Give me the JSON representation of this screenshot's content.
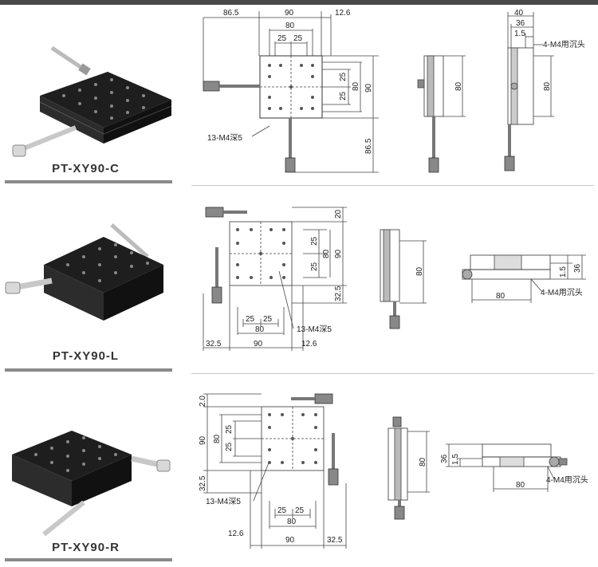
{
  "sections": [
    {
      "name": "PT-XY90-C",
      "dims": {
        "top_left": "86.5",
        "top_mid": "90",
        "top_right": "12.6",
        "top_80": "80",
        "top_25a": "25",
        "top_25b": "25",
        "right_25a": "25",
        "right_25b": "25",
        "right_80": "80",
        "right_90": "90",
        "right_865": "86.5",
        "note_holes": "13-M4深5",
        "side_80": "80",
        "end_40": "40",
        "end_36": "36",
        "end_15": "1.5",
        "end_note": "4-M4用沉头",
        "end_80": "80"
      }
    },
    {
      "name": "PT-XY90-L",
      "dims": {
        "right_20": "20",
        "right_25a": "25",
        "right_25b": "25",
        "right_80": "80",
        "right_90": "90",
        "right_325": "32.5",
        "bot_25a": "25",
        "bot_25b": "25",
        "bot_80": "80",
        "bot_325": "32.5",
        "bot_90": "90",
        "bot_126": "12.6",
        "note_holes": "13-M4深5",
        "side_80": "80",
        "end_15": "1.5",
        "end_36": "36",
        "end_80": "80",
        "end_note": "4-M4用沉头"
      }
    },
    {
      "name": "PT-XY90-R",
      "dims": {
        "left_20": "2.0",
        "left_90": "90",
        "left_25a": "25",
        "left_25b": "25",
        "left_80": "80",
        "left_325": "32.5",
        "note_holes": "13-M4深5",
        "bot_25a": "25",
        "bot_25b": "25",
        "bot_80": "80",
        "bot_126": "12.6",
        "bot_90": "90",
        "bot_325": "32.5",
        "side_80": "80",
        "end_36": "36",
        "end_15": "1.5",
        "end_80": "80",
        "end_note": "4-M4用沉头"
      }
    }
  ]
}
